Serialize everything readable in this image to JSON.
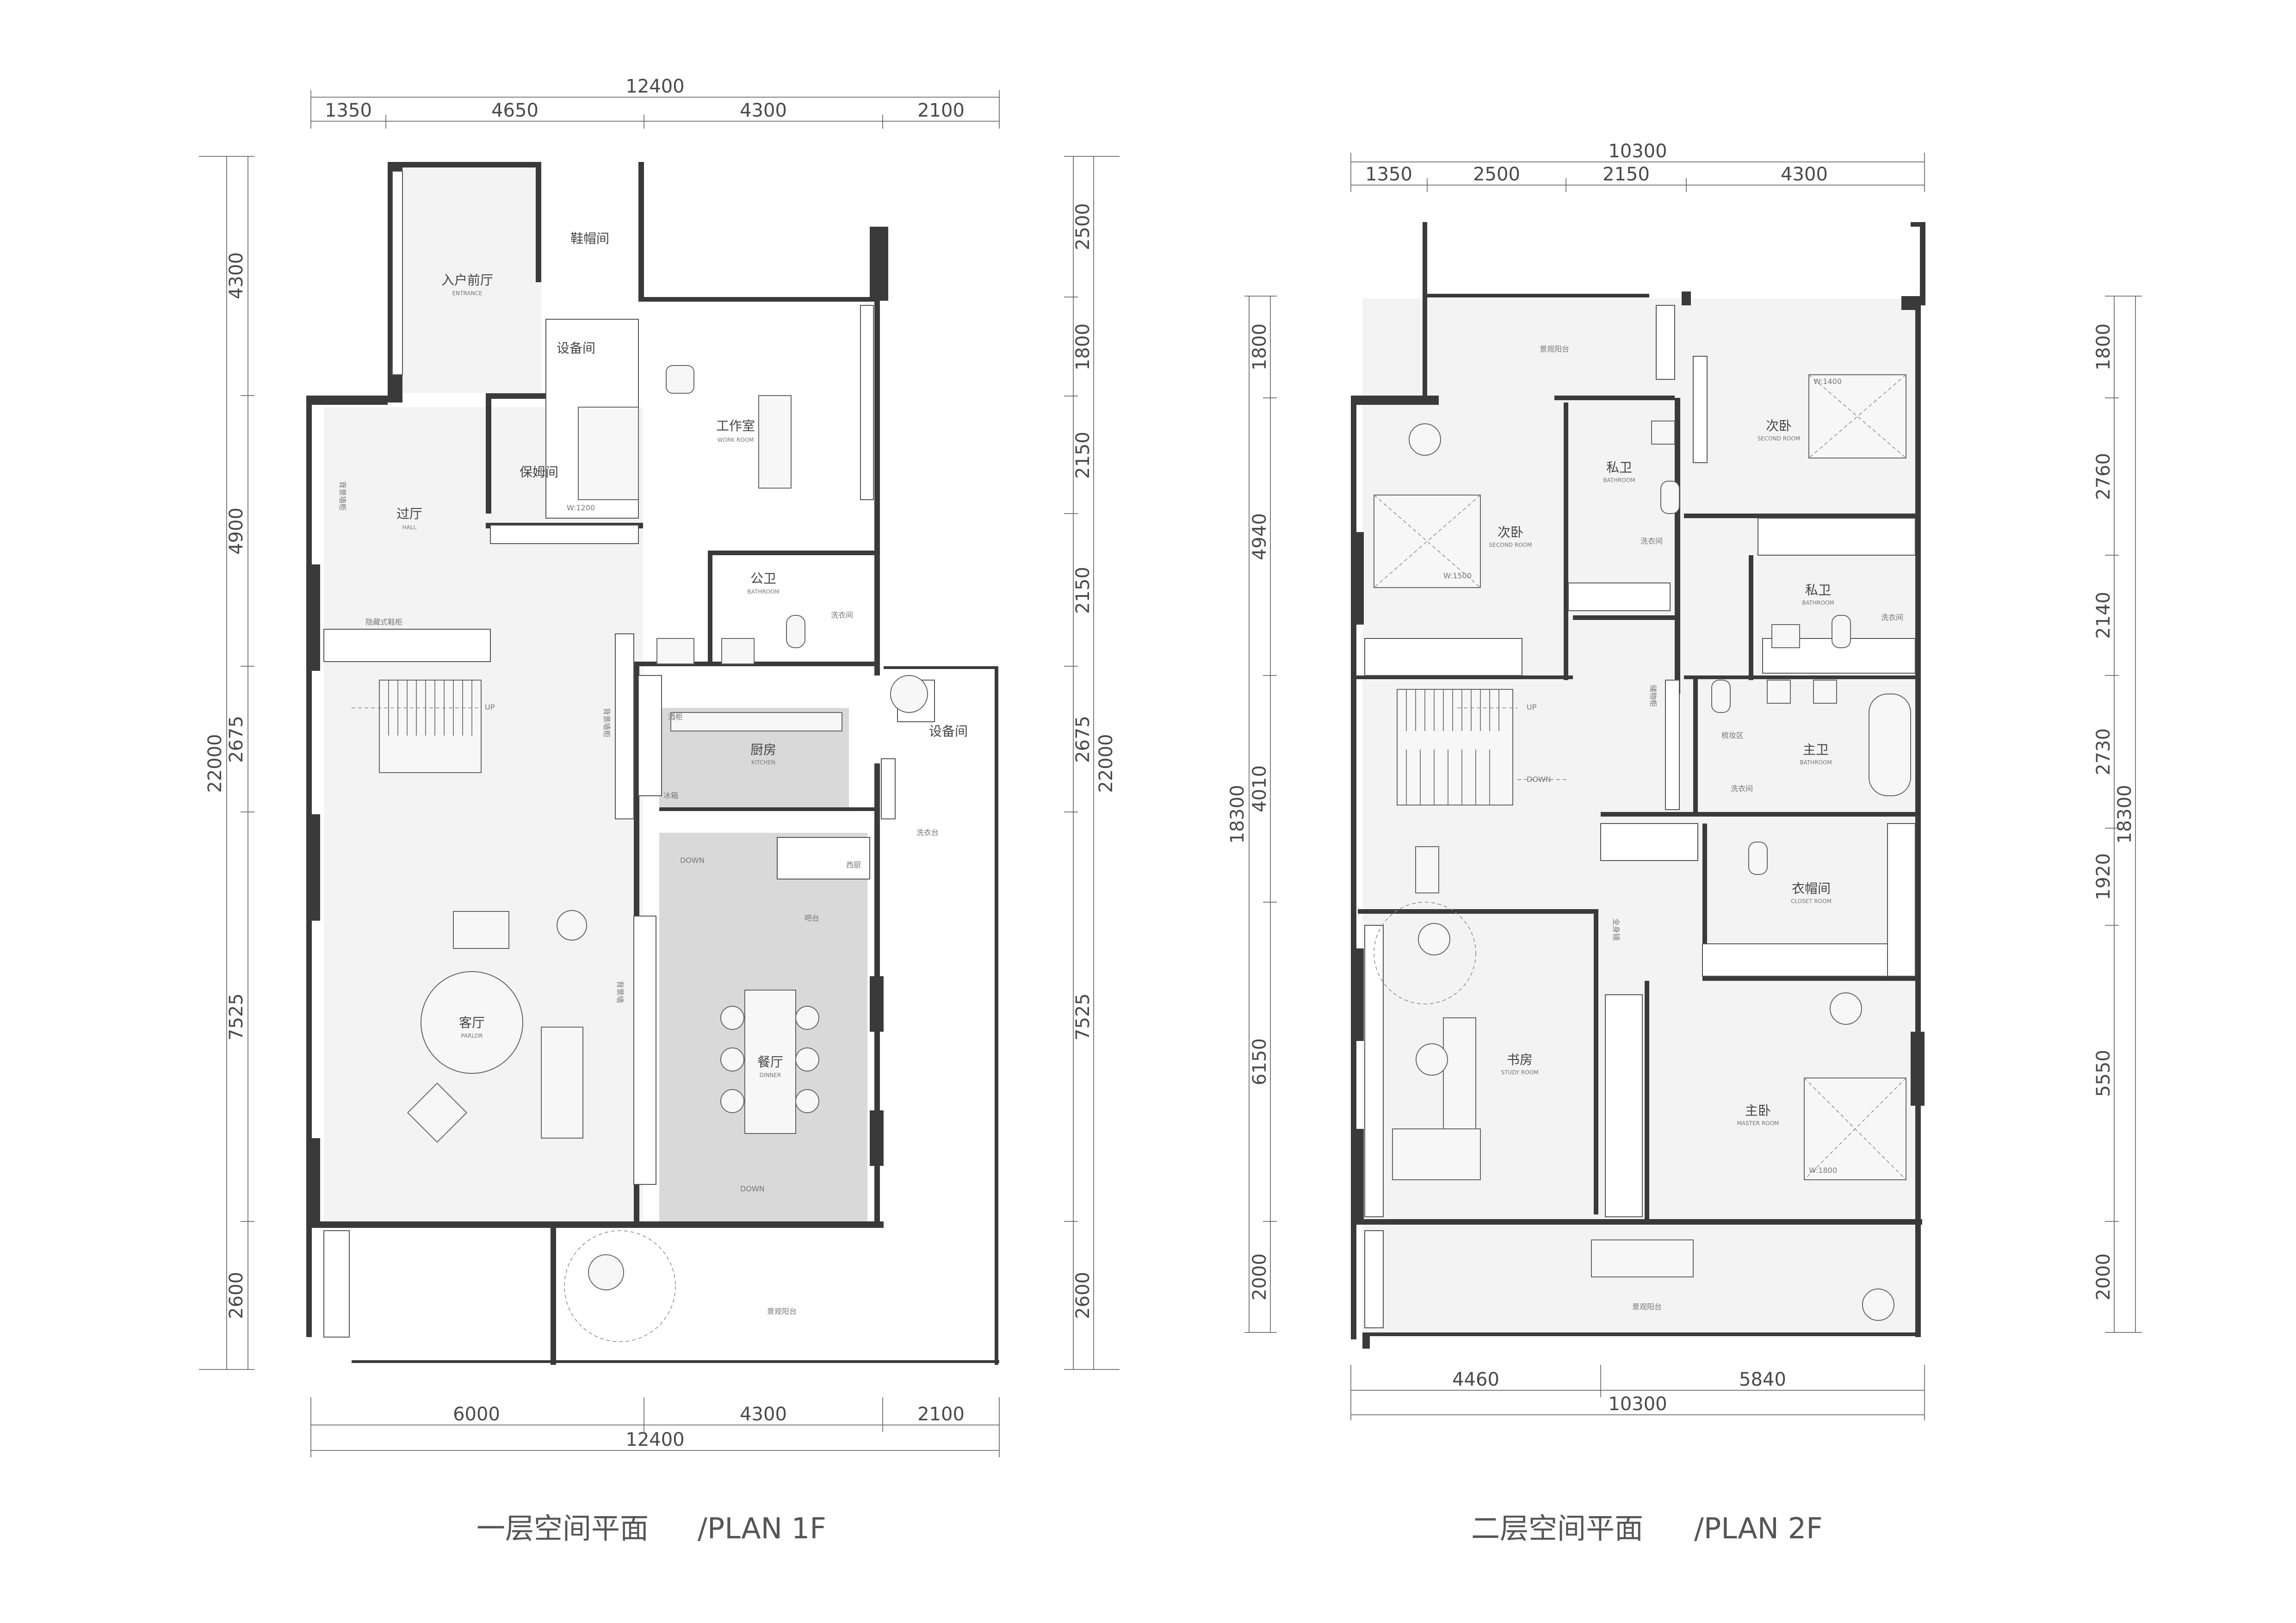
{
  "plan_1f": {
    "title": "一层空间平面",
    "subtitle": "/PLAN 1F",
    "dims_top": {
      "total": "12400",
      "parts": [
        "1350",
        "4650",
        "4300",
        "2100"
      ]
    },
    "dims_bottom": {
      "total": "12400",
      "parts": [
        "6000",
        "4300",
        "2100"
      ]
    },
    "dims_left": {
      "total": "22000",
      "parts": [
        "4300",
        "4900",
        "2675",
        "7525",
        "2600"
      ]
    },
    "dims_right": {
      "total": "22000",
      "parts": [
        "2500",
        "1800",
        "2150",
        "2150",
        "2675",
        "7525",
        "2600"
      ]
    },
    "rooms": {
      "entrance": "入户前厅",
      "entrance_en": "ENTRANCE",
      "shoe": "鞋帽间",
      "equip": "设备间",
      "nanny": "保姆间",
      "work": "工作室",
      "work_en": "WORK ROOM",
      "hall": "过厅",
      "hall_en": "HALL",
      "bath": "公卫",
      "bath_en": "BATHROOM",
      "laundry": "洗衣间",
      "kitchen": "厨房",
      "kitchen_en": "KITCHEN",
      "equip2": "设备间",
      "parlor": "客厅",
      "parlor_en": "PARLOR",
      "dinner": "餐厅",
      "dinner_en": "DINNER",
      "west_kitchen": "西厨",
      "bar": "吧台",
      "balcony": "景观阳台"
    },
    "notes": {
      "hidden_shoe": "隐藏式鞋柜",
      "wall_cab": "背景墙柜",
      "wine_cab": "酒柜",
      "fridge": "冰箱",
      "w1200": "W:1200",
      "laundry_tub": "洗衣台",
      "bg_wall": "背景墙",
      "up": "UP",
      "down": "DOWN",
      "down2": "DOWN",
      "wardrobe_wall": "背景墙柜"
    }
  },
  "plan_2f": {
    "title": "二层空间平面",
    "subtitle": "/PLAN 2F",
    "dims_top": {
      "total": "10300",
      "parts": [
        "1350",
        "2500",
        "2150",
        "4300"
      ]
    },
    "dims_bottom": {
      "total": "10300",
      "parts": [
        "4460",
        "5840"
      ]
    },
    "dims_left": {
      "total": "18300",
      "parts": [
        "1800",
        "4940",
        "4010",
        "6150",
        "2000"
      ]
    },
    "dims_right": {
      "total": "18300",
      "parts": [
        "1800",
        "2760",
        "2140",
        "2730",
        "1920",
        "5550",
        "2000"
      ]
    },
    "rooms": {
      "balcony_top": "景观阳台",
      "second_a": "次卧",
      "second_a_en": "SECOND ROOM",
      "private_a": "私卫",
      "private_a_en": "BATHROOM",
      "laundry_a": "洗衣间",
      "second_b": "次卧",
      "second_b_en": "SECOND ROOM",
      "private_b": "私卫",
      "private_b_en": "BATHROOM",
      "laundry_b": "洗衣间",
      "master_bath": "主卫",
      "master_bath_en": "BATHROOM",
      "laundry_c": "洗衣间",
      "cloak": "衣帽间",
      "cloak_en": "CLOSET ROOM",
      "study": "书房",
      "study_en": "STUDY ROOM",
      "master": "主卧",
      "master_en": "MASTER ROOM",
      "balcony_bottom": "景观阳台"
    },
    "notes": {
      "w1400": "W:1400",
      "w1500": "W:1500",
      "w1800": "W:1800",
      "up": "UP",
      "down": "DOWN",
      "storage": "储物柜",
      "full_mirror": "全身镜",
      "dresser": "梳妆区"
    }
  }
}
